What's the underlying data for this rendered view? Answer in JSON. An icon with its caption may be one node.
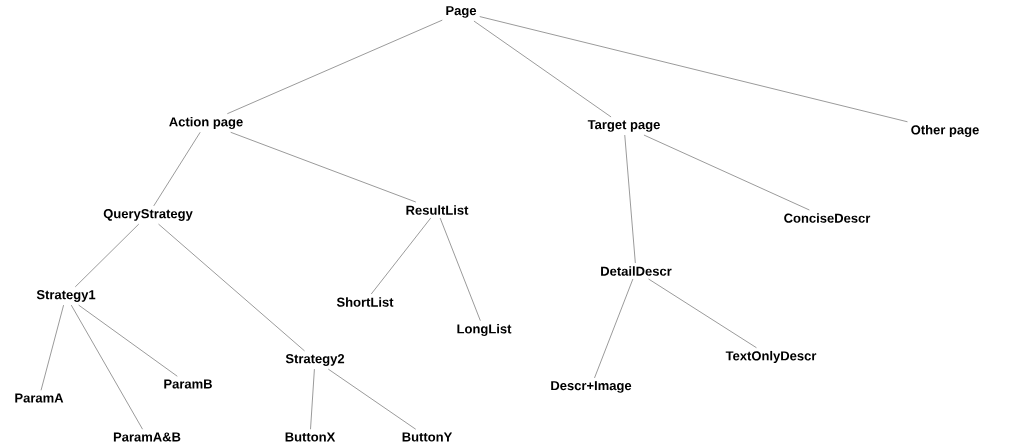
{
  "diagram": {
    "nodes": [
      {
        "text": [
          "Page"
        ]
      },
      {
        "text": [
          "Action page"
        ]
      },
      {
        "text": [
          "Target page"
        ]
      },
      {
        "text": [
          "Other page"
        ]
      },
      {
        "text": [
          "QueryStrategy"
        ]
      },
      {
        "text": [
          "ResultList"
        ]
      },
      {
        "text": [
          "ConciseDescr"
        ]
      },
      {
        "text": [
          "DetailDescr"
        ]
      },
      {
        "text": [
          "Strategy1"
        ]
      },
      {
        "text": [
          "ShortList"
        ]
      },
      {
        "text": [
          "LongList"
        ]
      },
      {
        "text": [
          "TextOnlyDescr"
        ]
      },
      {
        "text": [
          "Descr+Image"
        ]
      },
      {
        "text": [
          "ParamA"
        ]
      },
      {
        "text": [
          "ParamB"
        ]
      },
      {
        "text": [
          "Strategy2"
        ]
      },
      {
        "text": [
          "ParamA&B"
        ]
      },
      {
        "text": [
          "ButtonX"
        ]
      },
      {
        "text": [
          "ButtonY"
        ]
      }
    ],
    "edges": [
      {
        "from": 0,
        "to": 1,
        "arrow": "none"
      },
      {
        "from": 0,
        "to": 2,
        "arrow": "none"
      },
      {
        "from": 0,
        "to": 3,
        "arrow": "none"
      },
      {
        "from": 1,
        "to": 4,
        "arrow": "none"
      },
      {
        "from": 1,
        "to": 5,
        "arrow": "none"
      },
      {
        "from": 2,
        "to": 7,
        "arrow": "none"
      },
      {
        "from": 2,
        "to": 6,
        "arrow": "none"
      },
      {
        "from": 4,
        "to": 8,
        "arrow": "none"
      },
      {
        "from": 4,
        "to": 15,
        "arrow": "none"
      },
      {
        "from": 5,
        "to": 9,
        "arrow": "none"
      },
      {
        "from": 5,
        "to": 10,
        "arrow": "none"
      },
      {
        "from": 7,
        "to": 12,
        "arrow": "none"
      },
      {
        "from": 7,
        "to": 11,
        "arrow": "none"
      },
      {
        "from": 8,
        "to": 13,
        "arrow": "none"
      },
      {
        "from": 8,
        "to": 16,
        "arrow": "none"
      },
      {
        "from": 8,
        "to": 14,
        "arrow": "none"
      },
      {
        "from": 15,
        "to": 17,
        "arrow": "none"
      },
      {
        "from": 15,
        "to": 18,
        "arrow": "none"
      }
    ]
  }
}
